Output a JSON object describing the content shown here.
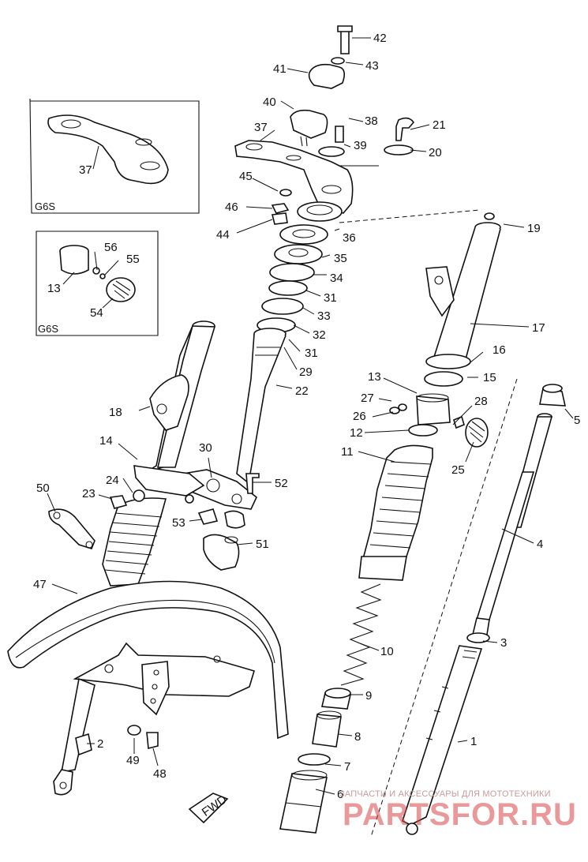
{
  "box_tags": {
    "upper": "G6S",
    "lower": "G6S"
  },
  "fwd_label": "FWD",
  "watermark": {
    "caption": "ЗАПЧАСТИ И АКСЕССУАРЫ ДЛЯ МОТОТЕХНИКИ",
    "brand": "PARTSFOR.RU"
  },
  "part_numbers": {
    "p1": "1",
    "p2": "2",
    "p3": "3",
    "p4": "4",
    "p5": "5",
    "p6": "6",
    "p7": "7",
    "p8": "8",
    "p9": "9",
    "p10": "10",
    "p11": "11",
    "p12": "12",
    "p13": "13",
    "p13b": "13",
    "p14": "14",
    "p15": "15",
    "p16": "16",
    "p17": "17",
    "p18": "18",
    "p19": "19",
    "p20": "20",
    "p21": "21",
    "p22": "22",
    "p23": "23",
    "p24": "24",
    "p25": "25",
    "p26": "26",
    "p27": "27",
    "p28": "28",
    "p29": "29",
    "p30": "30",
    "p31a": "31",
    "p31b": "31",
    "p32": "32",
    "p33": "33",
    "p34": "34",
    "p35": "35",
    "p36": "36",
    "p37": "37",
    "p37b": "37",
    "p38": "38",
    "p39": "39",
    "p40": "40",
    "p41": "41",
    "p42": "42",
    "p43": "43",
    "p44": "44",
    "p45": "45",
    "p46": "46",
    "p47": "47",
    "p48": "48",
    "p49": "49",
    "p50": "50",
    "p51": "51",
    "p52": "52",
    "p53": "53",
    "p54": "54",
    "p55": "55",
    "p56": "56"
  }
}
